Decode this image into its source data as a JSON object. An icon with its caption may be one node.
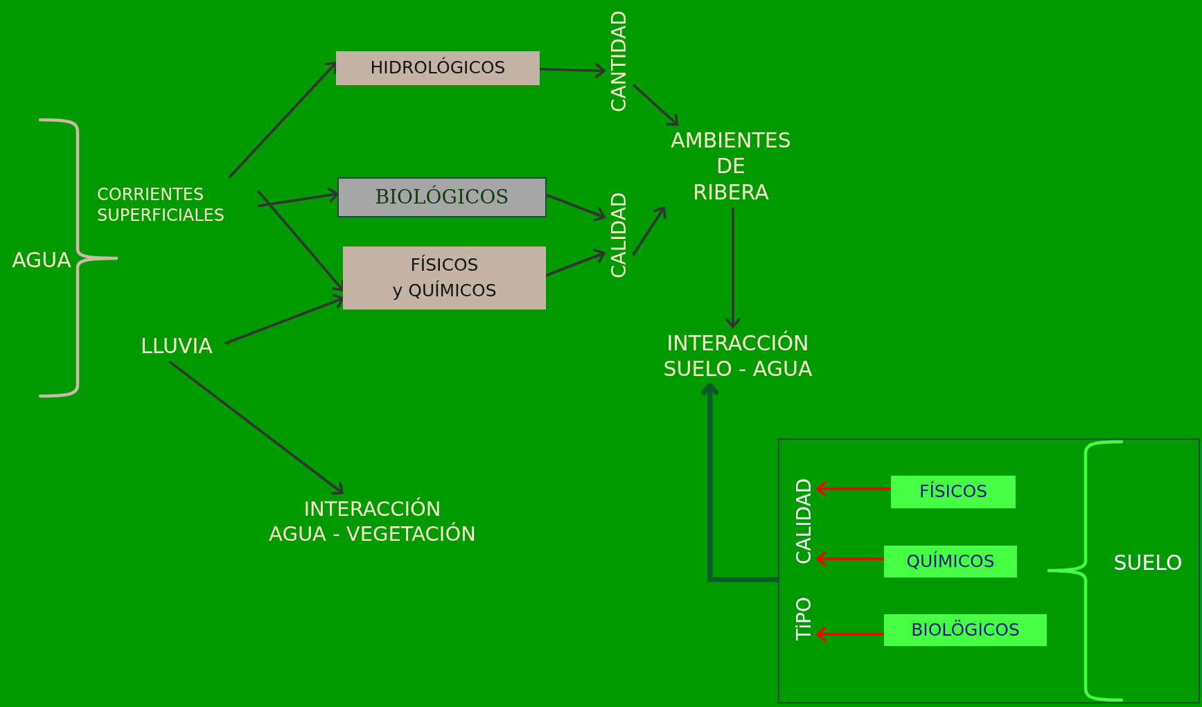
{
  "diagram": {
    "nodes": [
      {
        "text": [
          "AGUA"
        ]
      },
      {
        "text": [
          "CORRIENTES SUPERFICIALES"
        ]
      },
      {
        "text": [
          "LLUVIA"
        ]
      },
      {
        "text": [
          "HIDROLÓGICOS"
        ]
      },
      {
        "text": [
          "BIOLÓGICOS"
        ]
      },
      {
        "text": [
          "FÍSICOS y QUÍMICOS"
        ]
      },
      {
        "text": [
          "CANTIDAD"
        ]
      },
      {
        "text": [
          "CALIDAD"
        ]
      },
      {
        "text": [
          "AMBIENTES DE RIBERA"
        ]
      },
      {
        "text": [
          "INTERACCIÓN SUELO - AGUA"
        ]
      },
      {
        "text": [
          "INTERACCIÓN AGUA - VEGETACIÓN"
        ]
      },
      {
        "text": [],
        "shape": "box"
      },
      {
        "text": [
          "CALIDAD"
        ],
        "in": 11
      },
      {
        "text": [
          "TiPO"
        ],
        "in": 11
      },
      {
        "text": [
          "FÍSICOS"
        ],
        "in": 11
      },
      {
        "text": [
          "QUÍMICOS"
        ],
        "in": 11
      },
      {
        "text": [
          "BIOLÖGICOS"
        ],
        "in": 11
      },
      {
        "text": [
          "SUELO"
        ],
        "in": 11
      }
    ],
    "edges": [
      {
        "from": 1,
        "to": 3,
        "arrow": "to"
      },
      {
        "from": 1,
        "to": 4,
        "arrow": "to"
      },
      {
        "from": 1,
        "to": 5,
        "arrow": "to"
      },
      {
        "from": 2,
        "to": 5,
        "arrow": "to"
      },
      {
        "from": 2,
        "to": 10,
        "arrow": "to"
      },
      {
        "from": 3,
        "to": 6,
        "arrow": "to"
      },
      {
        "from": 4,
        "to": 7,
        "arrow": "to"
      },
      {
        "from": 5,
        "to": 7,
        "arrow": "to"
      },
      {
        "from": 6,
        "to": 8,
        "arrow": "to"
      },
      {
        "from": 7,
        "to": 8,
        "arrow": "to"
      },
      {
        "from": 8,
        "to": 9,
        "arrow": "to"
      },
      {
        "from": 11,
        "to": 9,
        "arrow": "to",
        "style": "thick",
        "color": "#0a5a2a"
      },
      {
        "from": 14,
        "to": 12,
        "arrow": "to",
        "color": "#ff0000"
      },
      {
        "from": 15,
        "to": 12,
        "arrow": "to",
        "color": "#ff0000"
      },
      {
        "from": 16,
        "to": 13,
        "arrow": "to",
        "color": "#ff0000"
      }
    ]
  }
}
